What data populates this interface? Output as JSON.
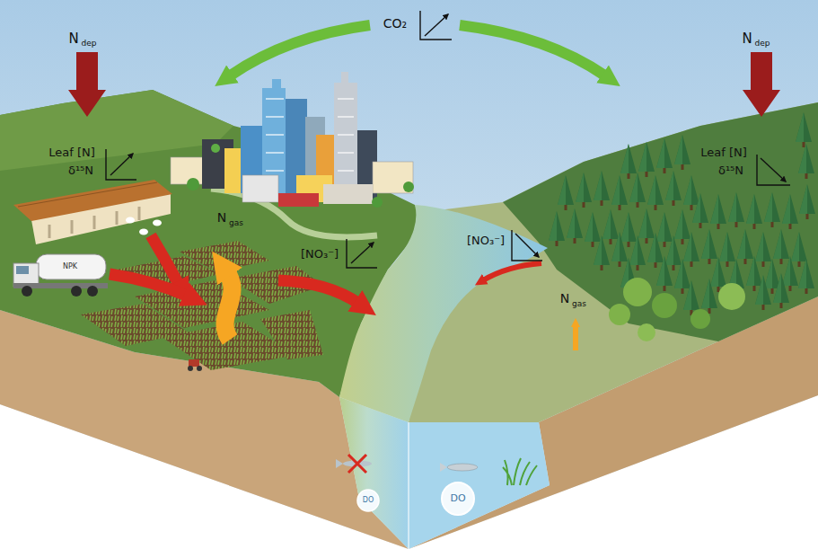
{
  "diagram": {
    "labels": [
      "N",
      "dep",
      "CO₂",
      "N",
      "dep",
      "Leaf [N]",
      "δ¹⁵N",
      "Leaf [N]",
      "δ¹⁵N",
      "N",
      "gas",
      "[NO₃⁻]",
      "[NO₃⁻]",
      "N",
      "gas",
      "NPK",
      "DO",
      "DO"
    ]
  }
}
